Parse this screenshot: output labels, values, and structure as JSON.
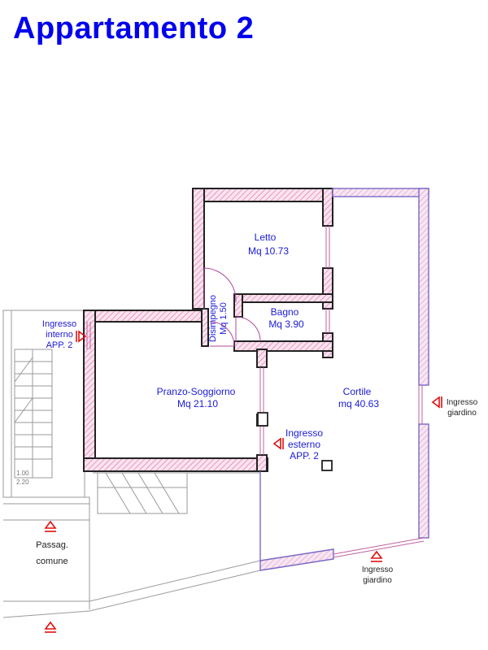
{
  "title": "Appartamento 2",
  "rooms": {
    "letto": {
      "name": "Letto",
      "area": "Mq 10.73"
    },
    "bagno": {
      "name": "Bagno",
      "area": "Mq 3.90"
    },
    "disimpegno": {
      "name": "Disimpegno",
      "area": "Mq 1.50"
    },
    "pranzo": {
      "name": "Pranzo-Soggiorno",
      "area": "Mq 21.10"
    },
    "cortile": {
      "name": "Cortile",
      "area": "mq 40.63"
    },
    "passaggio": {
      "name": "Passag.",
      "sub": "comune"
    }
  },
  "entrances": {
    "interno": {
      "line1": "Ingresso",
      "line2": "interno",
      "line3": "APP. 2"
    },
    "esterno": {
      "line1": "Ingresso",
      "line2": "esterno",
      "line3": "APP. 2"
    },
    "giardino_right": {
      "line1": "Ingresso",
      "line2": "giardino"
    },
    "giardino_bottom": {
      "line1": "Ingresso",
      "line2": "giardino"
    }
  },
  "dimensions": {
    "width": "1.00",
    "height": "2.20"
  },
  "colors": {
    "title": "#0000ee",
    "labels": "#1a1ad6",
    "entrance_marker": "#e01010",
    "wall_hatch": "#d86aa0",
    "outline_purple": "#7a68c6"
  },
  "icons": {
    "entrance_marker": "triangle-bar-icon"
  }
}
